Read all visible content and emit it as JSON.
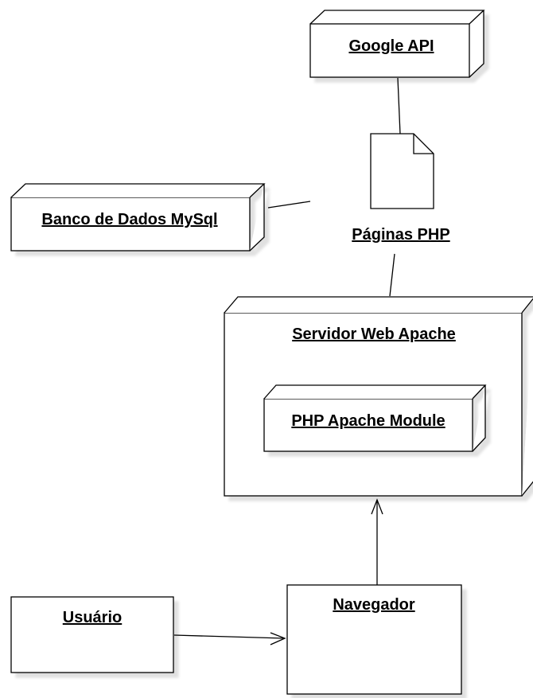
{
  "diagram": {
    "nodes": {
      "google_api": "Google API",
      "mysql": "Banco de Dados MySql",
      "php_pages": "Páginas PHP",
      "apache": "Servidor Web Apache",
      "php_module": "PHP Apache Module",
      "user": "Usuário",
      "browser": "Navegador"
    }
  }
}
